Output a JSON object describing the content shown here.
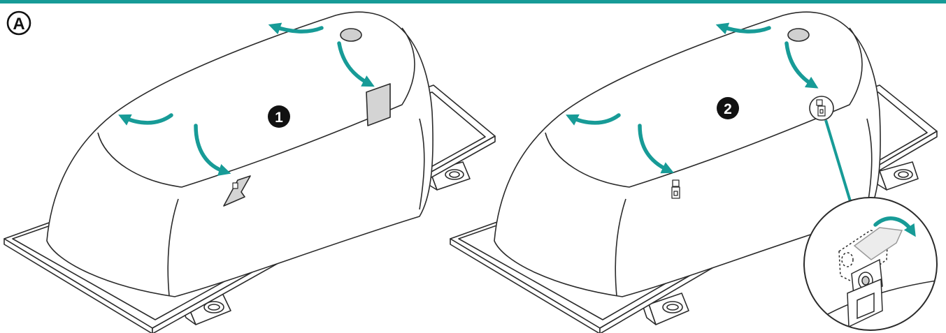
{
  "section_marker": "A",
  "steps": [
    {
      "number": "1"
    },
    {
      "number": "2"
    }
  ],
  "colors": {
    "accent": "#179b97",
    "outline": "#2b2b2b",
    "marker": "#111111",
    "patch": "#d4d4d4",
    "tub_fill": "#ffffff"
  },
  "icons": [
    "curved-arrow-icon",
    "step-number-icon",
    "section-marker-icon",
    "magnifier-callout-icon"
  ]
}
